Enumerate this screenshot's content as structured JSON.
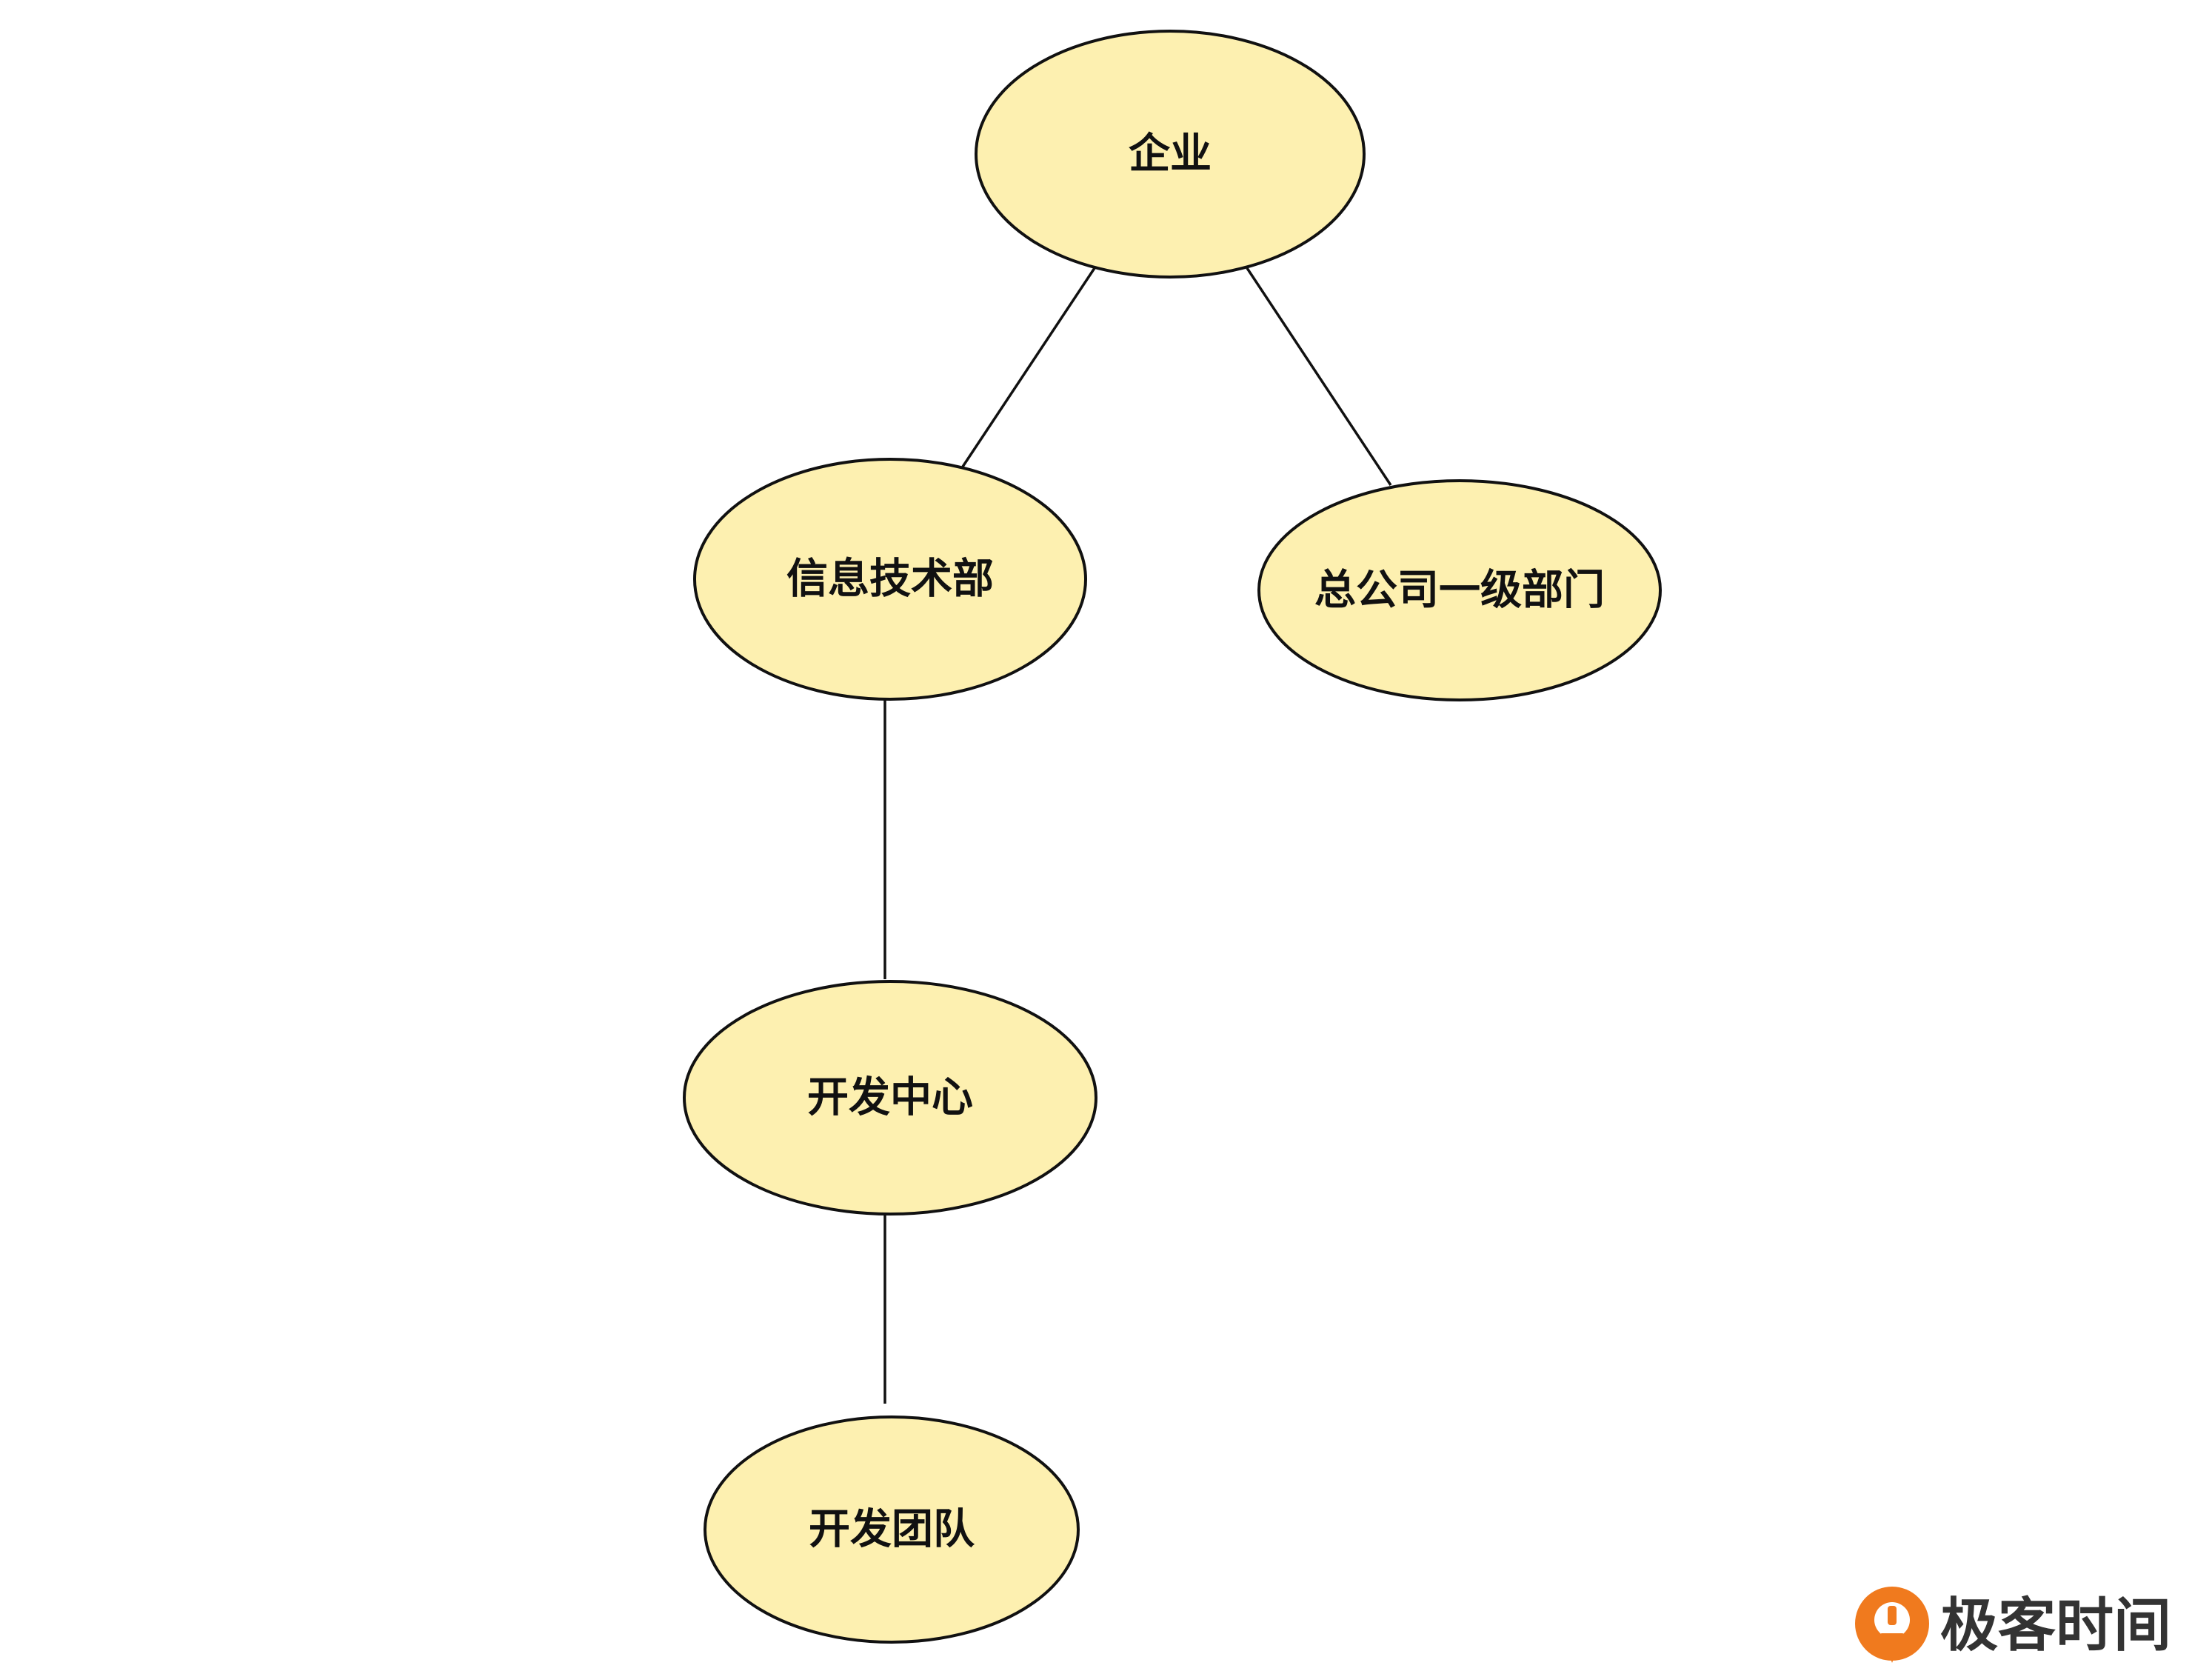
{
  "diagram": {
    "nodes": {
      "enterprise": "企业",
      "it_department": "信息技术部",
      "hq_primary_department": "总公司一级部门",
      "dev_center": "开发中心",
      "dev_team": "开发团队"
    },
    "edges": [
      [
        "enterprise",
        "it_department"
      ],
      [
        "enterprise",
        "hq_primary_department"
      ],
      [
        "it_department",
        "dev_center"
      ],
      [
        "dev_center",
        "dev_team"
      ]
    ],
    "colors": {
      "node_fill": "#fdf0b0",
      "node_stroke": "#111111"
    }
  },
  "watermark": {
    "brand_text": "极客时间",
    "logo_color": "#f07a1e"
  }
}
